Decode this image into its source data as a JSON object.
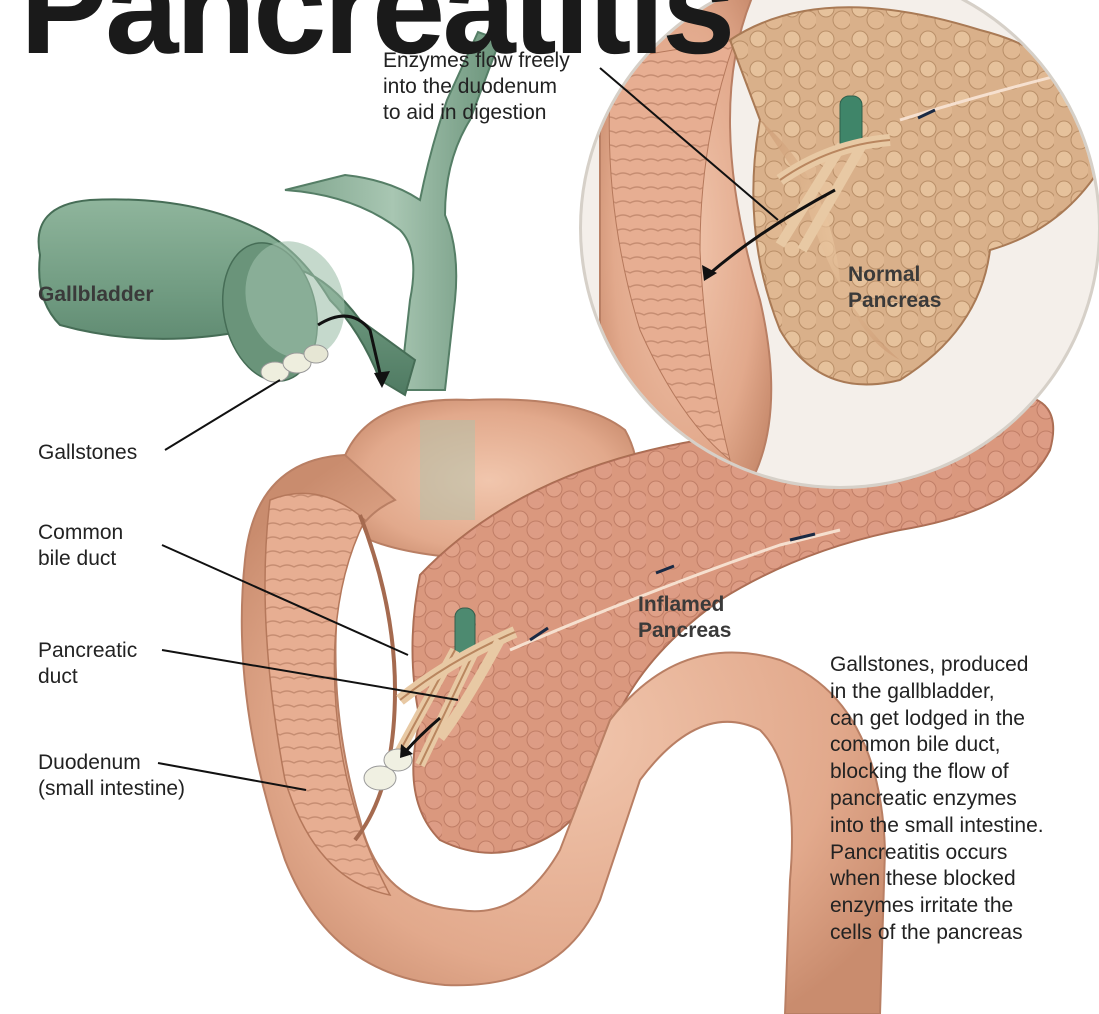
{
  "title": "Pancreatitis",
  "labels": {
    "enzymes_note": [
      "Enzymes flow freely",
      "into the duodenum",
      "to aid in digestion"
    ],
    "normal_pancreas": [
      "Normal",
      "Pancreas"
    ],
    "gallbladder": "Gallbladder",
    "gallstones": "Gallstones",
    "common_bile_duct": [
      "Common",
      "bile duct"
    ],
    "pancreatic_duct": [
      "Pancreatic",
      "duct"
    ],
    "duodenum": [
      "Duodenum",
      "(small intestine)"
    ],
    "inflamed_pancreas": [
      "Inflamed",
      "Pancreas"
    ]
  },
  "caption": [
    "Gallstones, produced",
    "in the gallbladder,",
    "can get lodged in the",
    "common bile duct,",
    "blocking the flow of",
    "pancreatic enzymes",
    "into the small intestine.",
    "Pancreatitis occurs",
    "when these blocked",
    "enzymes irritate the",
    "cells of the pancreas"
  ],
  "colors": {
    "gallbladder": "#6f9a80",
    "tissue": "#e2a98c",
    "pancreas": "#d9a07a",
    "text": "#222222"
  }
}
